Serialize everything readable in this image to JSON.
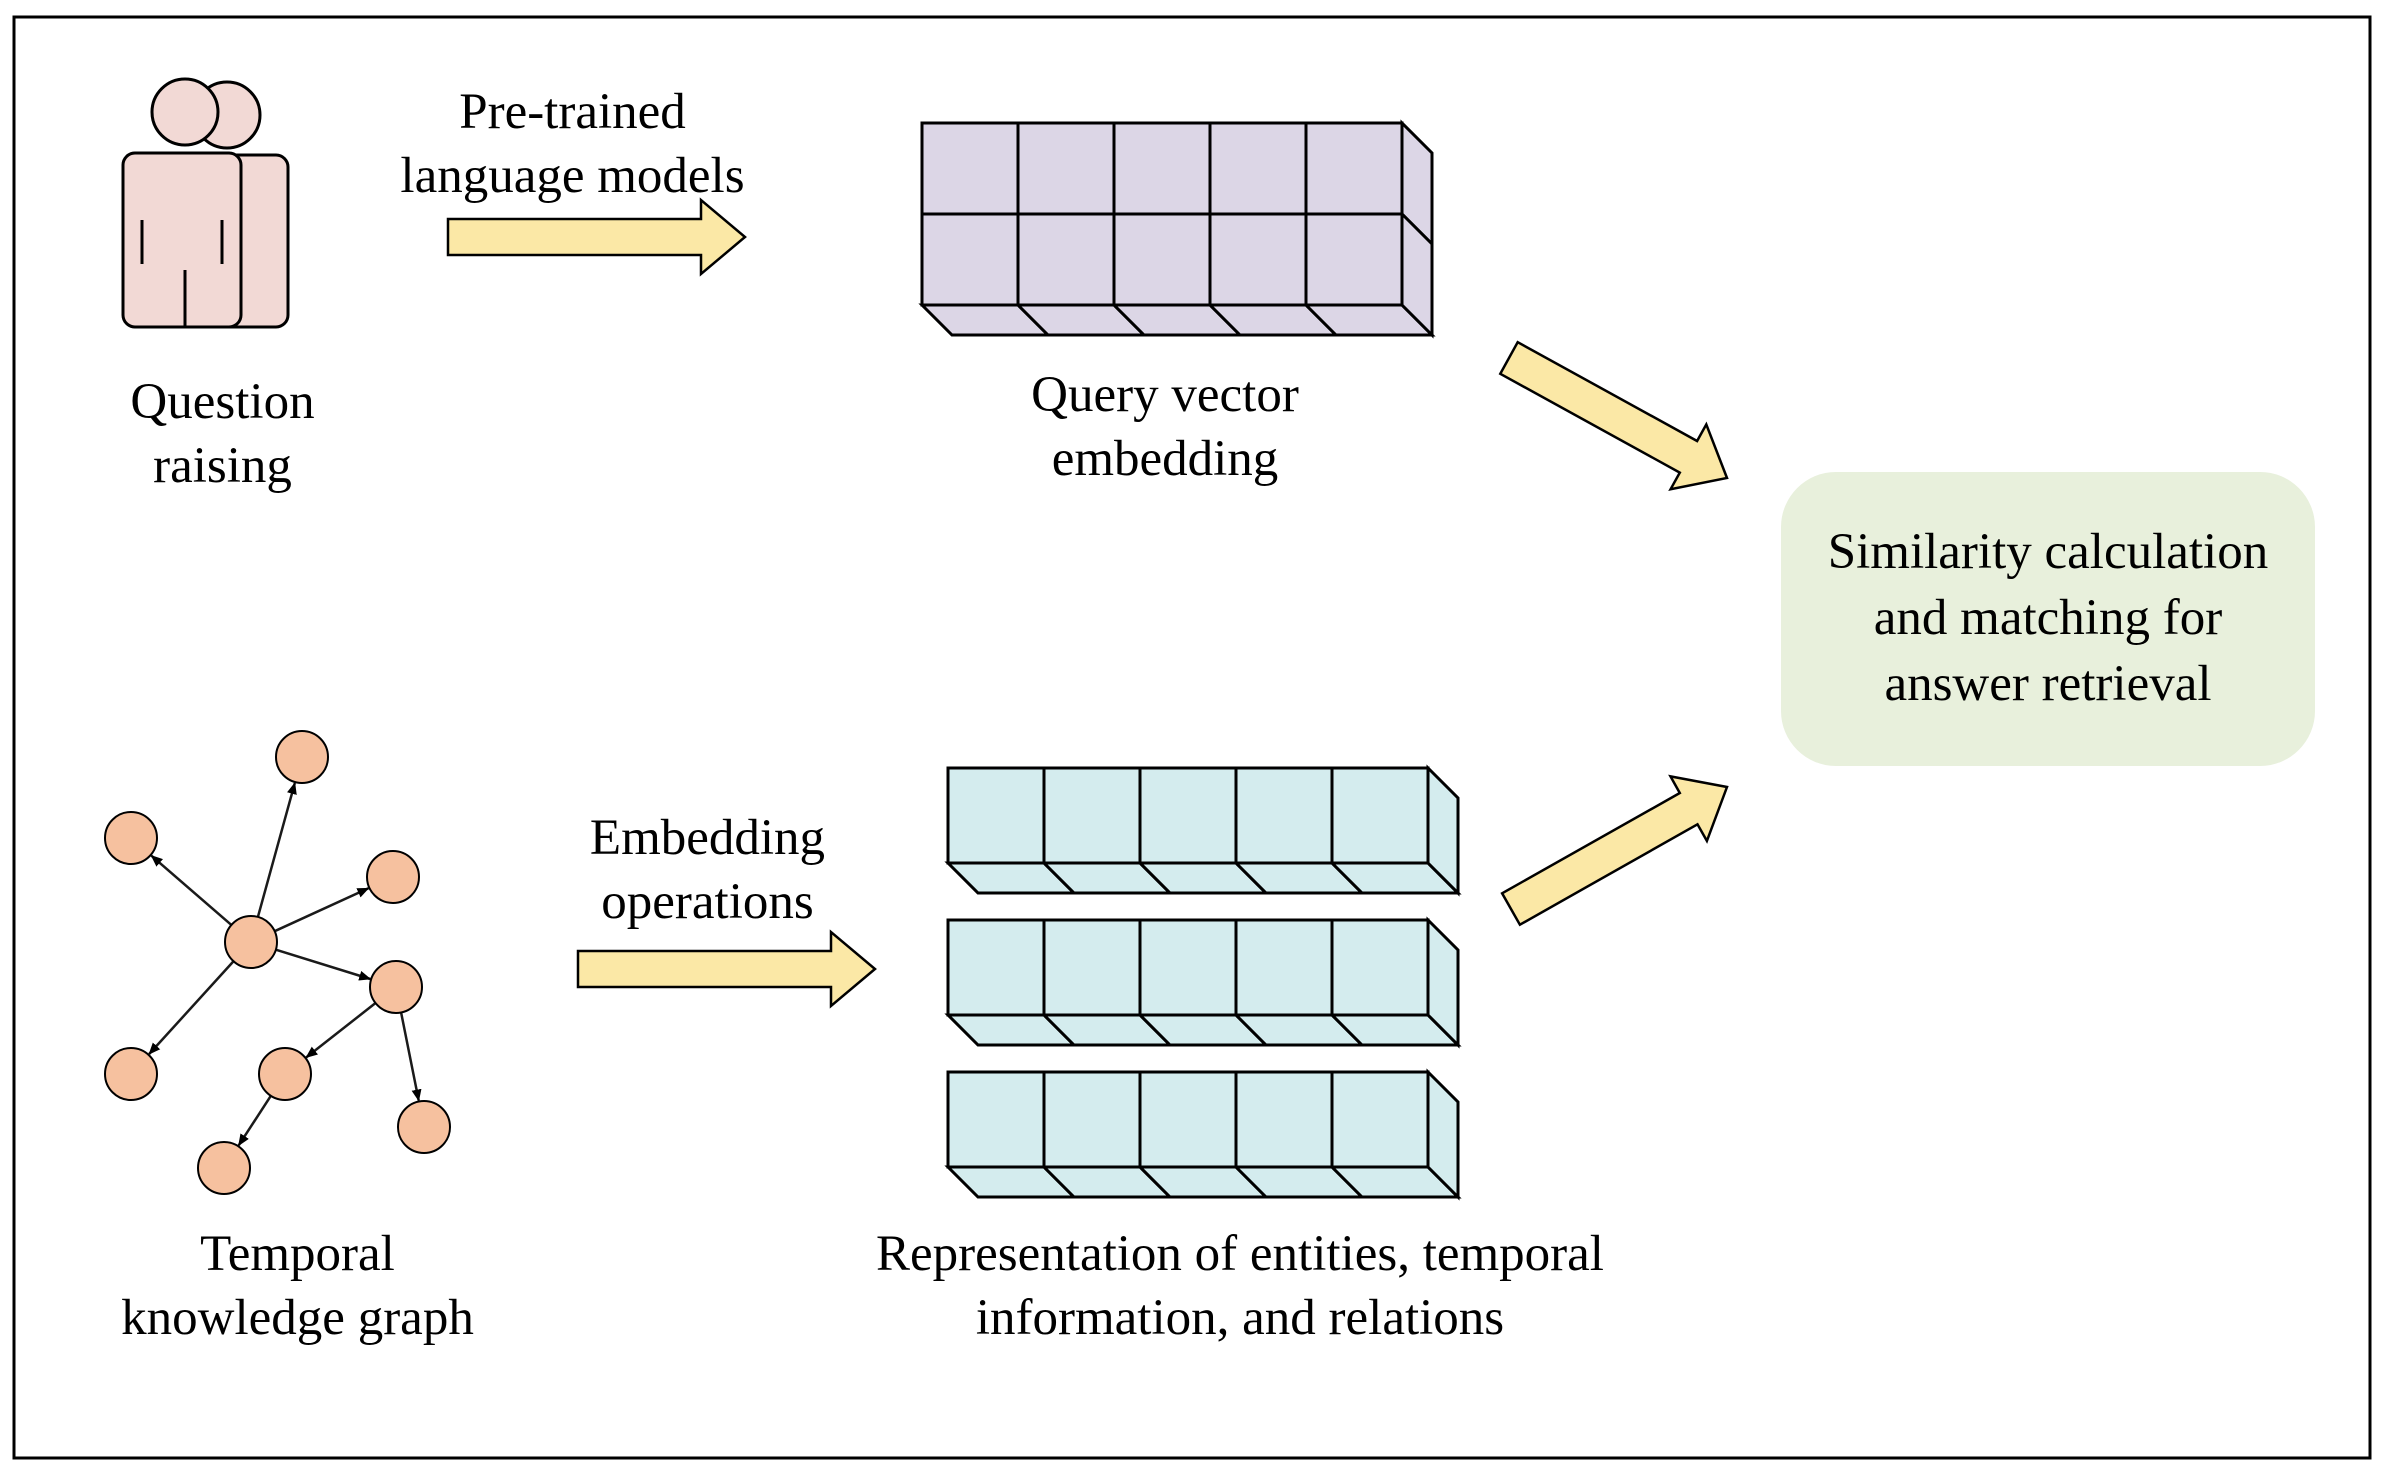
{
  "colors": {
    "frame": "#000000",
    "person_fill": "#f2d9d5",
    "query_block_fill": "#dcd6e6",
    "repr_block_fill": "#d4ecee",
    "arrow_fill": "#fbe8a6",
    "node_fill": "#f6c19f",
    "result_box_fill": "#e8f0dc",
    "line": "#1a1a1a"
  },
  "icons": {
    "users": "users-icon",
    "graph": "knowledge-graph-icon"
  },
  "labels": {
    "question": [
      "Question",
      "raising"
    ],
    "pretrained": [
      "Pre-trained",
      "language models"
    ],
    "query_vector": [
      "Query vector",
      "embedding"
    ],
    "result": [
      "Similarity calculation",
      "and matching for",
      "answer retrieval"
    ],
    "embedding_ops": [
      "Embedding",
      "operations"
    ],
    "tkg": [
      "Temporal",
      "knowledge graph"
    ],
    "representation": [
      "Representation of entities, temporal",
      "information, and relations"
    ]
  },
  "query_block": {
    "columns": 5,
    "rows": 2
  },
  "representation_blocks": {
    "count": 3,
    "columns": 5
  }
}
